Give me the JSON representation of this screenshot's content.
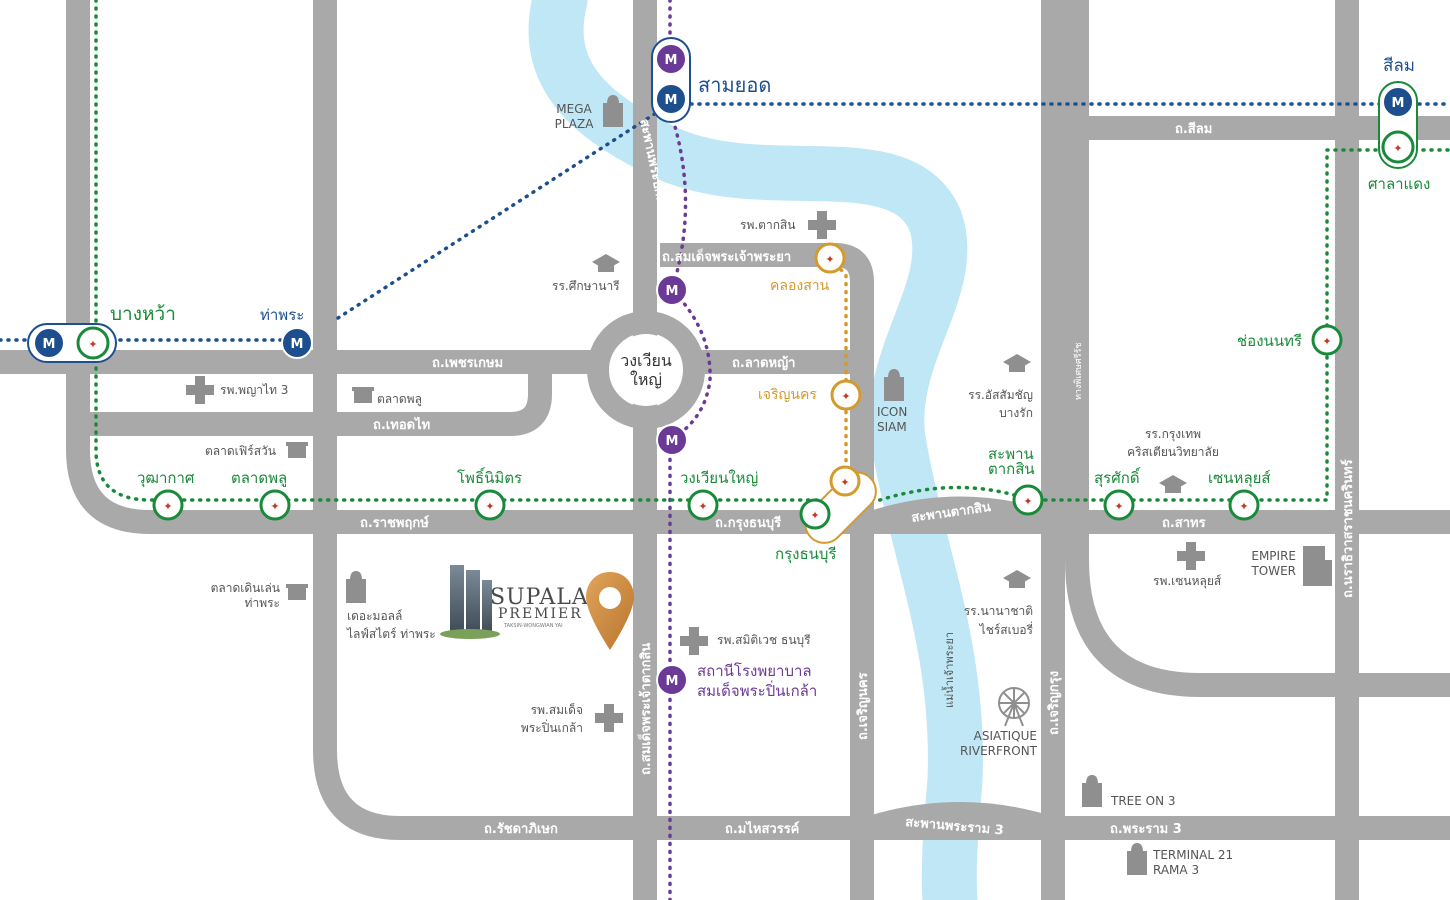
{
  "colors": {
    "road": "#a9a9a9",
    "river": "#b9e4f5",
    "mrt_blue": "#1d4f8f",
    "mrt_purple": "#6b3a96",
    "bts_green": "#1a8a3a",
    "bts_gold": "#d49a2c",
    "icon_gray": "#8f8f8f"
  },
  "roads": {
    "phetkasem": "ถ.เพชรเกษม",
    "thoetthai": "ถ.เทอดไท",
    "ratchaphruek": "ถ.ราชพฤกษ์",
    "krungthonburi": "ถ.กรุงธนบุรี",
    "sathon": "ถ.สาทร",
    "silom": "ถ.สีลม",
    "somdet_chao_phraya": "ถ.สมเด็จพระเจ้าพระยา",
    "lat_ya": "ถ.ลาดหญ้า",
    "ratchadaphisek": "ถ.รัชดาภิเษก",
    "mahaisawan": "ถ.มไหสวรรค์",
    "rama3": "ถ.พระราม 3",
    "charoen_nakhon": "ถ.เจริญนคร",
    "charoen_krung": "ถ.เจริญกรุง",
    "narathiwat": "ถ.นราธิวาสราชนครินทร์",
    "somdet_phra_chao_taksin": "ถ.สมเด็จพระเจ้าตากสิน",
    "kampaeng": "ทางพิเศษศรีรัช",
    "pinklao_bridge": "สะพานพระปกเกล้า",
    "taksin_bridge": "สะพานตากสิน",
    "rama3_bridge": "สะพานพระราม 3",
    "river": "แม่น้ำเจ้าพระยา",
    "circle": [
      "วงเวียน",
      "ใหญ่"
    ]
  },
  "stations": {
    "sam_yot": "สามยอด",
    "sala_daeng": "ศาลาแดง",
    "silom": "สีลม",
    "bang_wa": "บางหว้า",
    "tha_phra": "ท่าพระ",
    "wutthakat": "วุฒากาศ",
    "talat_phlu": "ตลาดพลู",
    "pho_nimit": "โพธิ์นิมิตร",
    "wongwian_yai": "วงเวียนใหญ่",
    "krung_thon_buri": "กรุงธนบุรี",
    "saphan_taksin": [
      "สะพาน",
      "ตากสิน"
    ],
    "surasak": "สุรศักดิ์",
    "saint_louis": "เซนหลุยส์",
    "chong_nonsi": "ช่องนนทรี",
    "khlong_san": "คลองสาน",
    "charoen_nakhon": "เจริญนคร",
    "somdet_hospital": [
      "สถานีโรงพยาบาล",
      "สมเด็จพระปิ่นเกล้า"
    ]
  },
  "places": {
    "mega_plaza": [
      "MEGA",
      "PLAZA"
    ],
    "taksin_hospital": "รพ.ตากสิน",
    "satri_school": "รร.ศึกษานารี",
    "phyathai3": "รพ.พญาไท 3",
    "talat_phlu_market": "ตลาดพลู",
    "fairy_market": "ตลาดเฟิร์สวัน",
    "walking_market": [
      "ตลาดเดินเล่น",
      "ท่าพระ"
    ],
    "the_mall": [
      "เดอะมอลล์",
      "ไลฟ์สไตร์ ท่าพระ"
    ],
    "samitivej": "รพ.สมิติเวช ธนบุรี",
    "somdet_pinklao_hospital": [
      "รพ.สมเด็จ",
      "พระปิ่นเกล้า"
    ],
    "icon_siam": [
      "ICON",
      "SIAM"
    ],
    "assumption": [
      "รร.อัสสัมชัญ",
      "บางรัก"
    ],
    "bangkok_christian": [
      "รร.กรุงเทพ",
      "คริสเตียนวิทยาลัย"
    ],
    "saint_louis_hospital": "รพ.เซนหลุยส์",
    "empire_tower": [
      "EMPIRE",
      "TOWER"
    ],
    "international_school": [
      "รร.นานาชาติ",
      "ไชร์สเบอรี่"
    ],
    "asiatique": [
      "ASIATIQUE",
      "RIVERFRONT"
    ],
    "tree_on_3": "TREE ON 3",
    "terminal21": [
      "TERMINAL 21",
      "RAMA 3"
    ]
  },
  "project": {
    "brand": "SUPALAI",
    "tier": "PREMIER",
    "tagline": "TAKSIN-WONGWIAN YAI"
  },
  "icons": {
    "mrt": "mrt-m-icon",
    "bts": "bts-logo-icon",
    "hospital": "hospital-cross-icon",
    "school": "graduation-cap-icon",
    "shopping": "shopping-bag-icon",
    "market": "market-basket-icon",
    "pin": "location-pin-icon",
    "ferris": "ferris-wheel-icon",
    "building": "office-building-icon"
  }
}
